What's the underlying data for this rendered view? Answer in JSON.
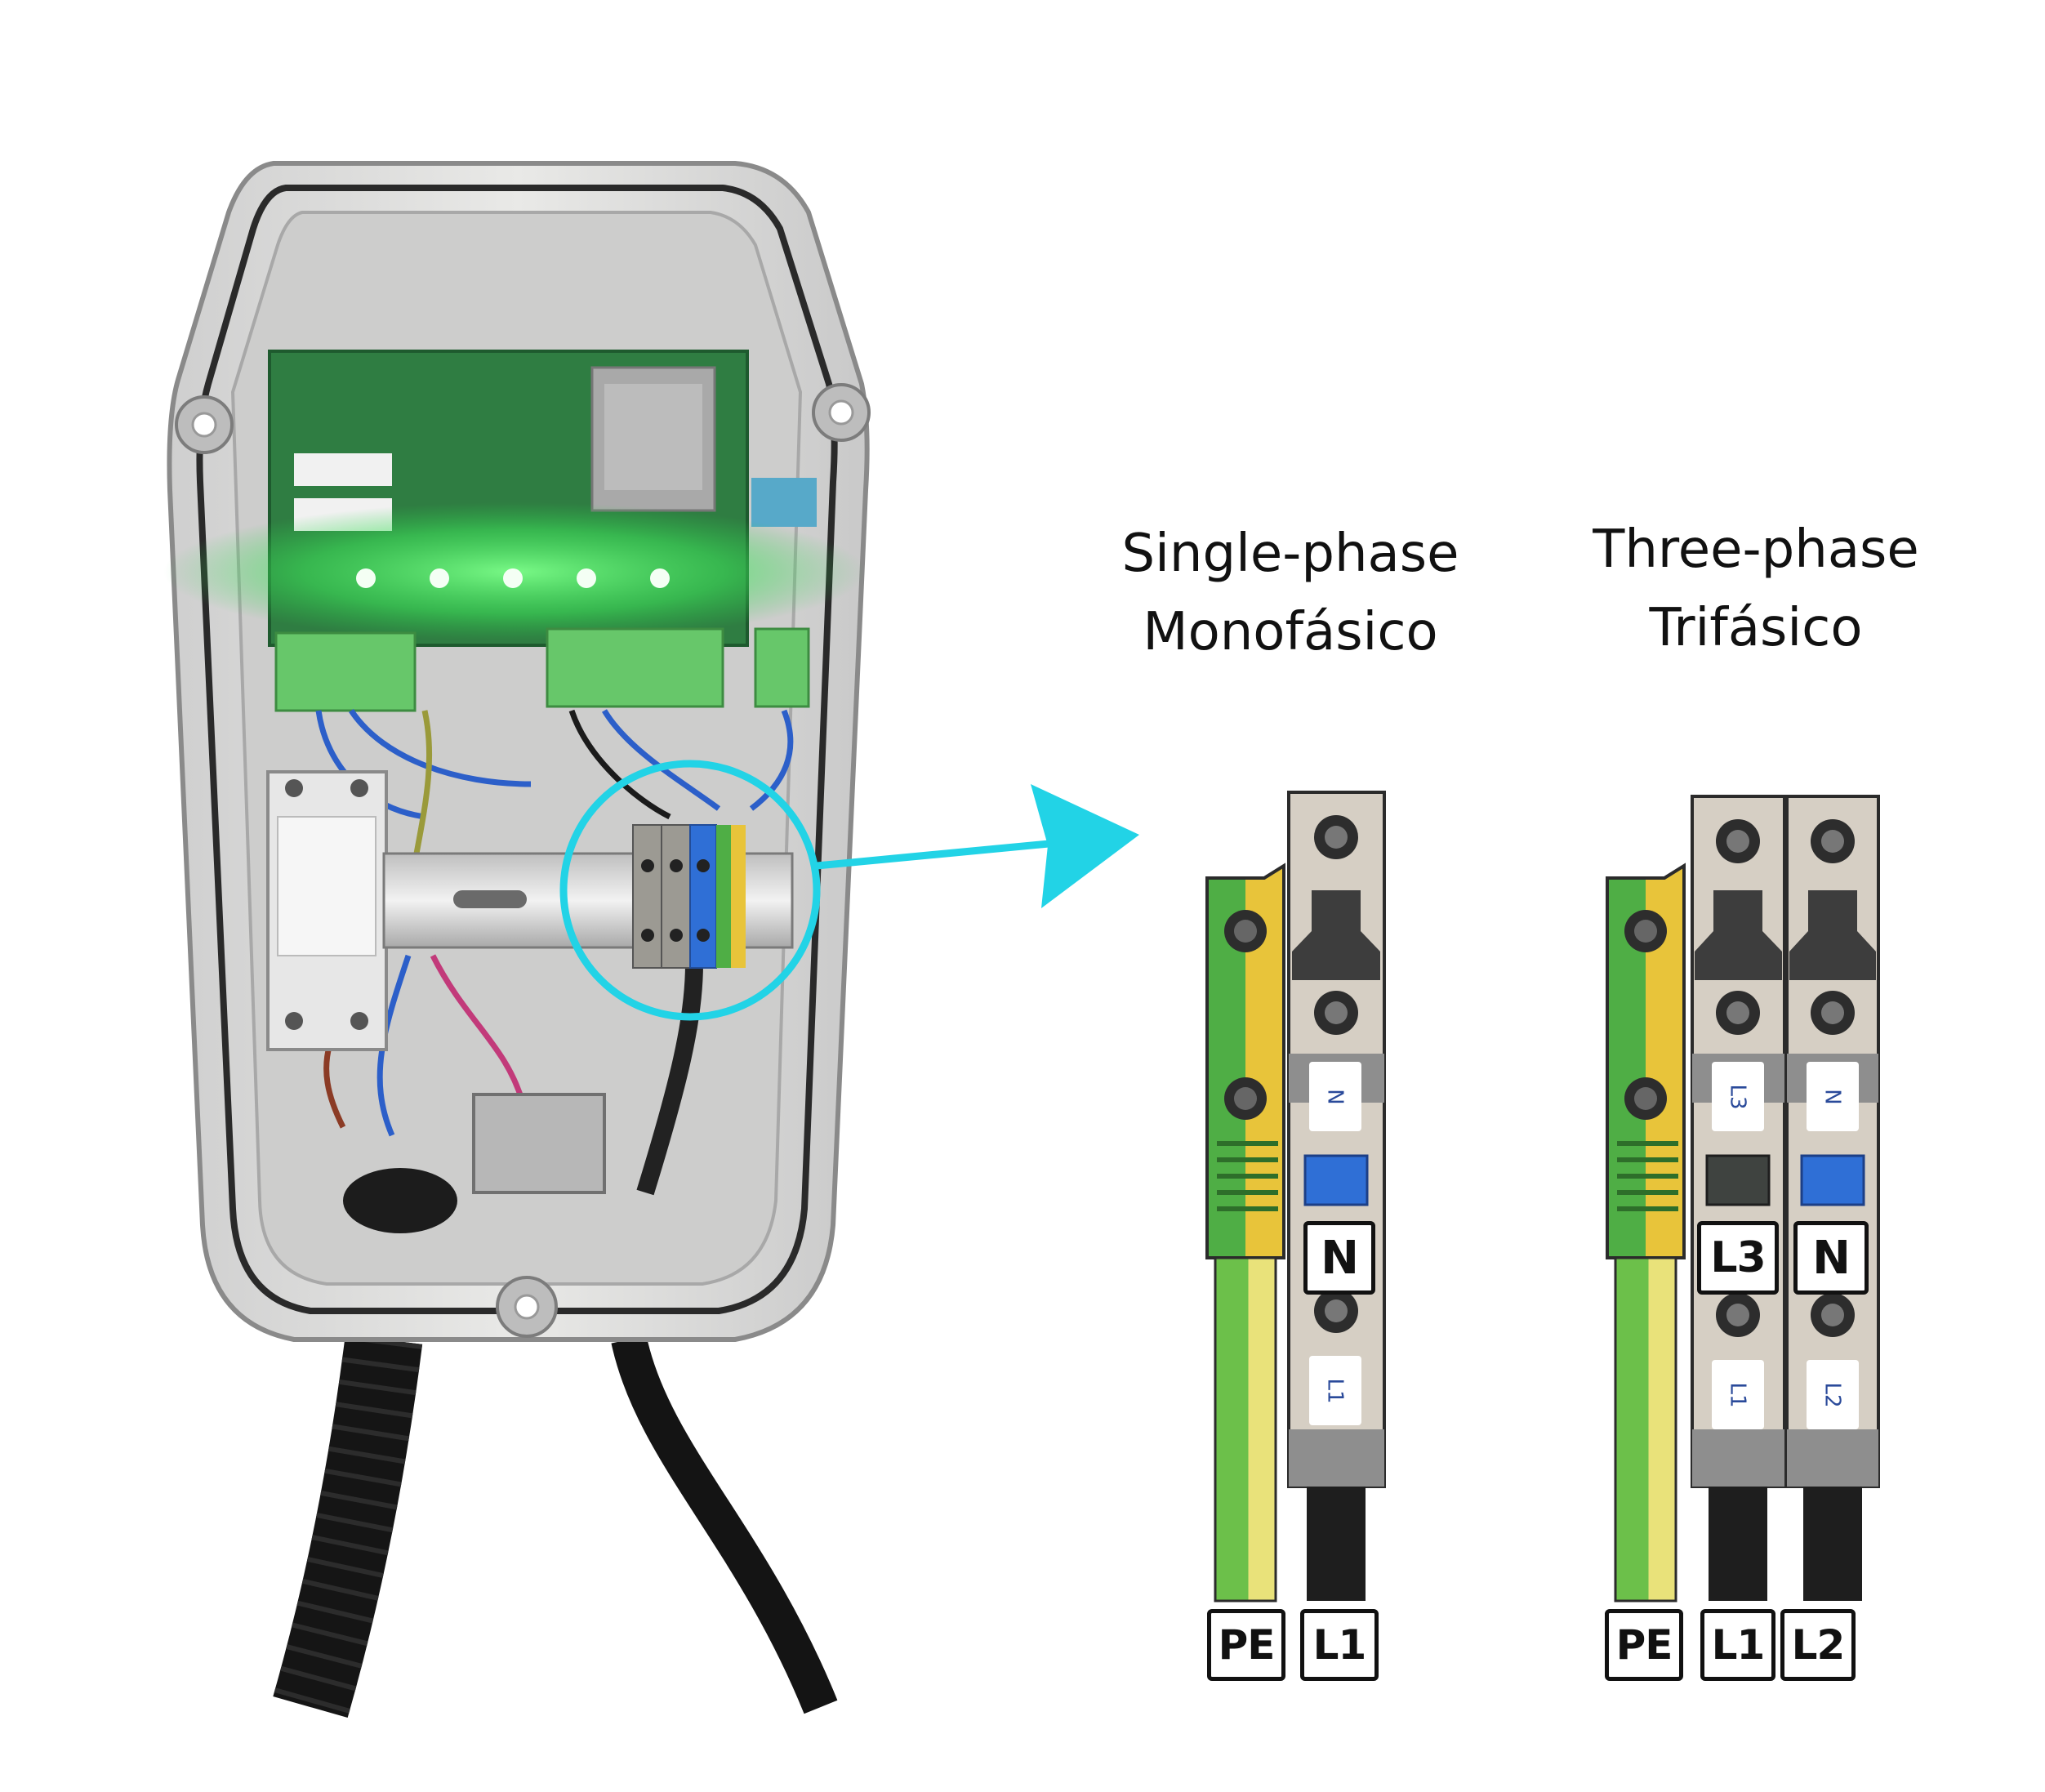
{
  "single_phase": {
    "title_en": "Single-phase",
    "title_es": "Monofásico",
    "terminals": [
      "PE",
      "L1",
      "N"
    ],
    "strip_labels": [
      "N",
      "L1"
    ]
  },
  "three_phase": {
    "title_en": "Three-phase",
    "title_es": "Trifásico",
    "terminals": [
      "PE",
      "L1",
      "L2",
      "L3",
      "N"
    ],
    "strip_labels": [
      "L3",
      "N",
      "L1",
      "L2"
    ]
  },
  "colors": {
    "pointer": "#22d3e6",
    "earth_green": "#4fae45",
    "earth_yellow": "#e8c43a",
    "neutral_blue": "#2f6fd6",
    "terminal_beige": "#d6cfc4",
    "terminal_grey": "#8e8e8e",
    "wire_black": "#1e1e1e",
    "led_green": "#36ff5c"
  }
}
